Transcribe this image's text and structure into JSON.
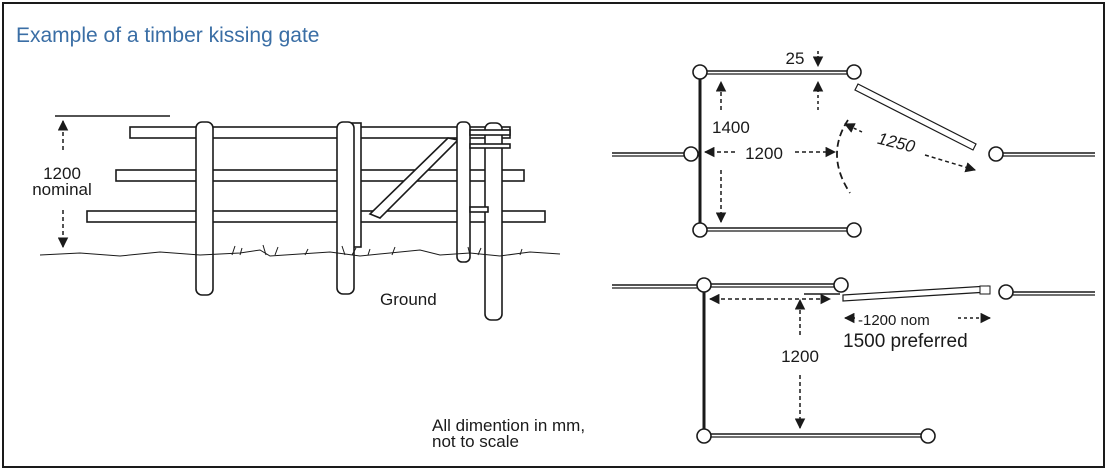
{
  "title": "Example of a timber kissing gate",
  "elevation": {
    "height_value": "1200",
    "height_note": "nominal",
    "ground_label": "Ground"
  },
  "plan_top": {
    "offset_label": "25",
    "depth_label": "1400",
    "width_label": "1200",
    "gate_label": "1250"
  },
  "plan_bottom": {
    "gap_label": "-1200 nom",
    "preferred_label": "1500 preferred",
    "depth_label": "1200"
  },
  "note": {
    "line1": "All dimention in mm,",
    "line2": "not to scale"
  },
  "colors": {
    "title": "#3a6ea5",
    "line": "#1a1a1a",
    "border": "#1a1a1a"
  }
}
